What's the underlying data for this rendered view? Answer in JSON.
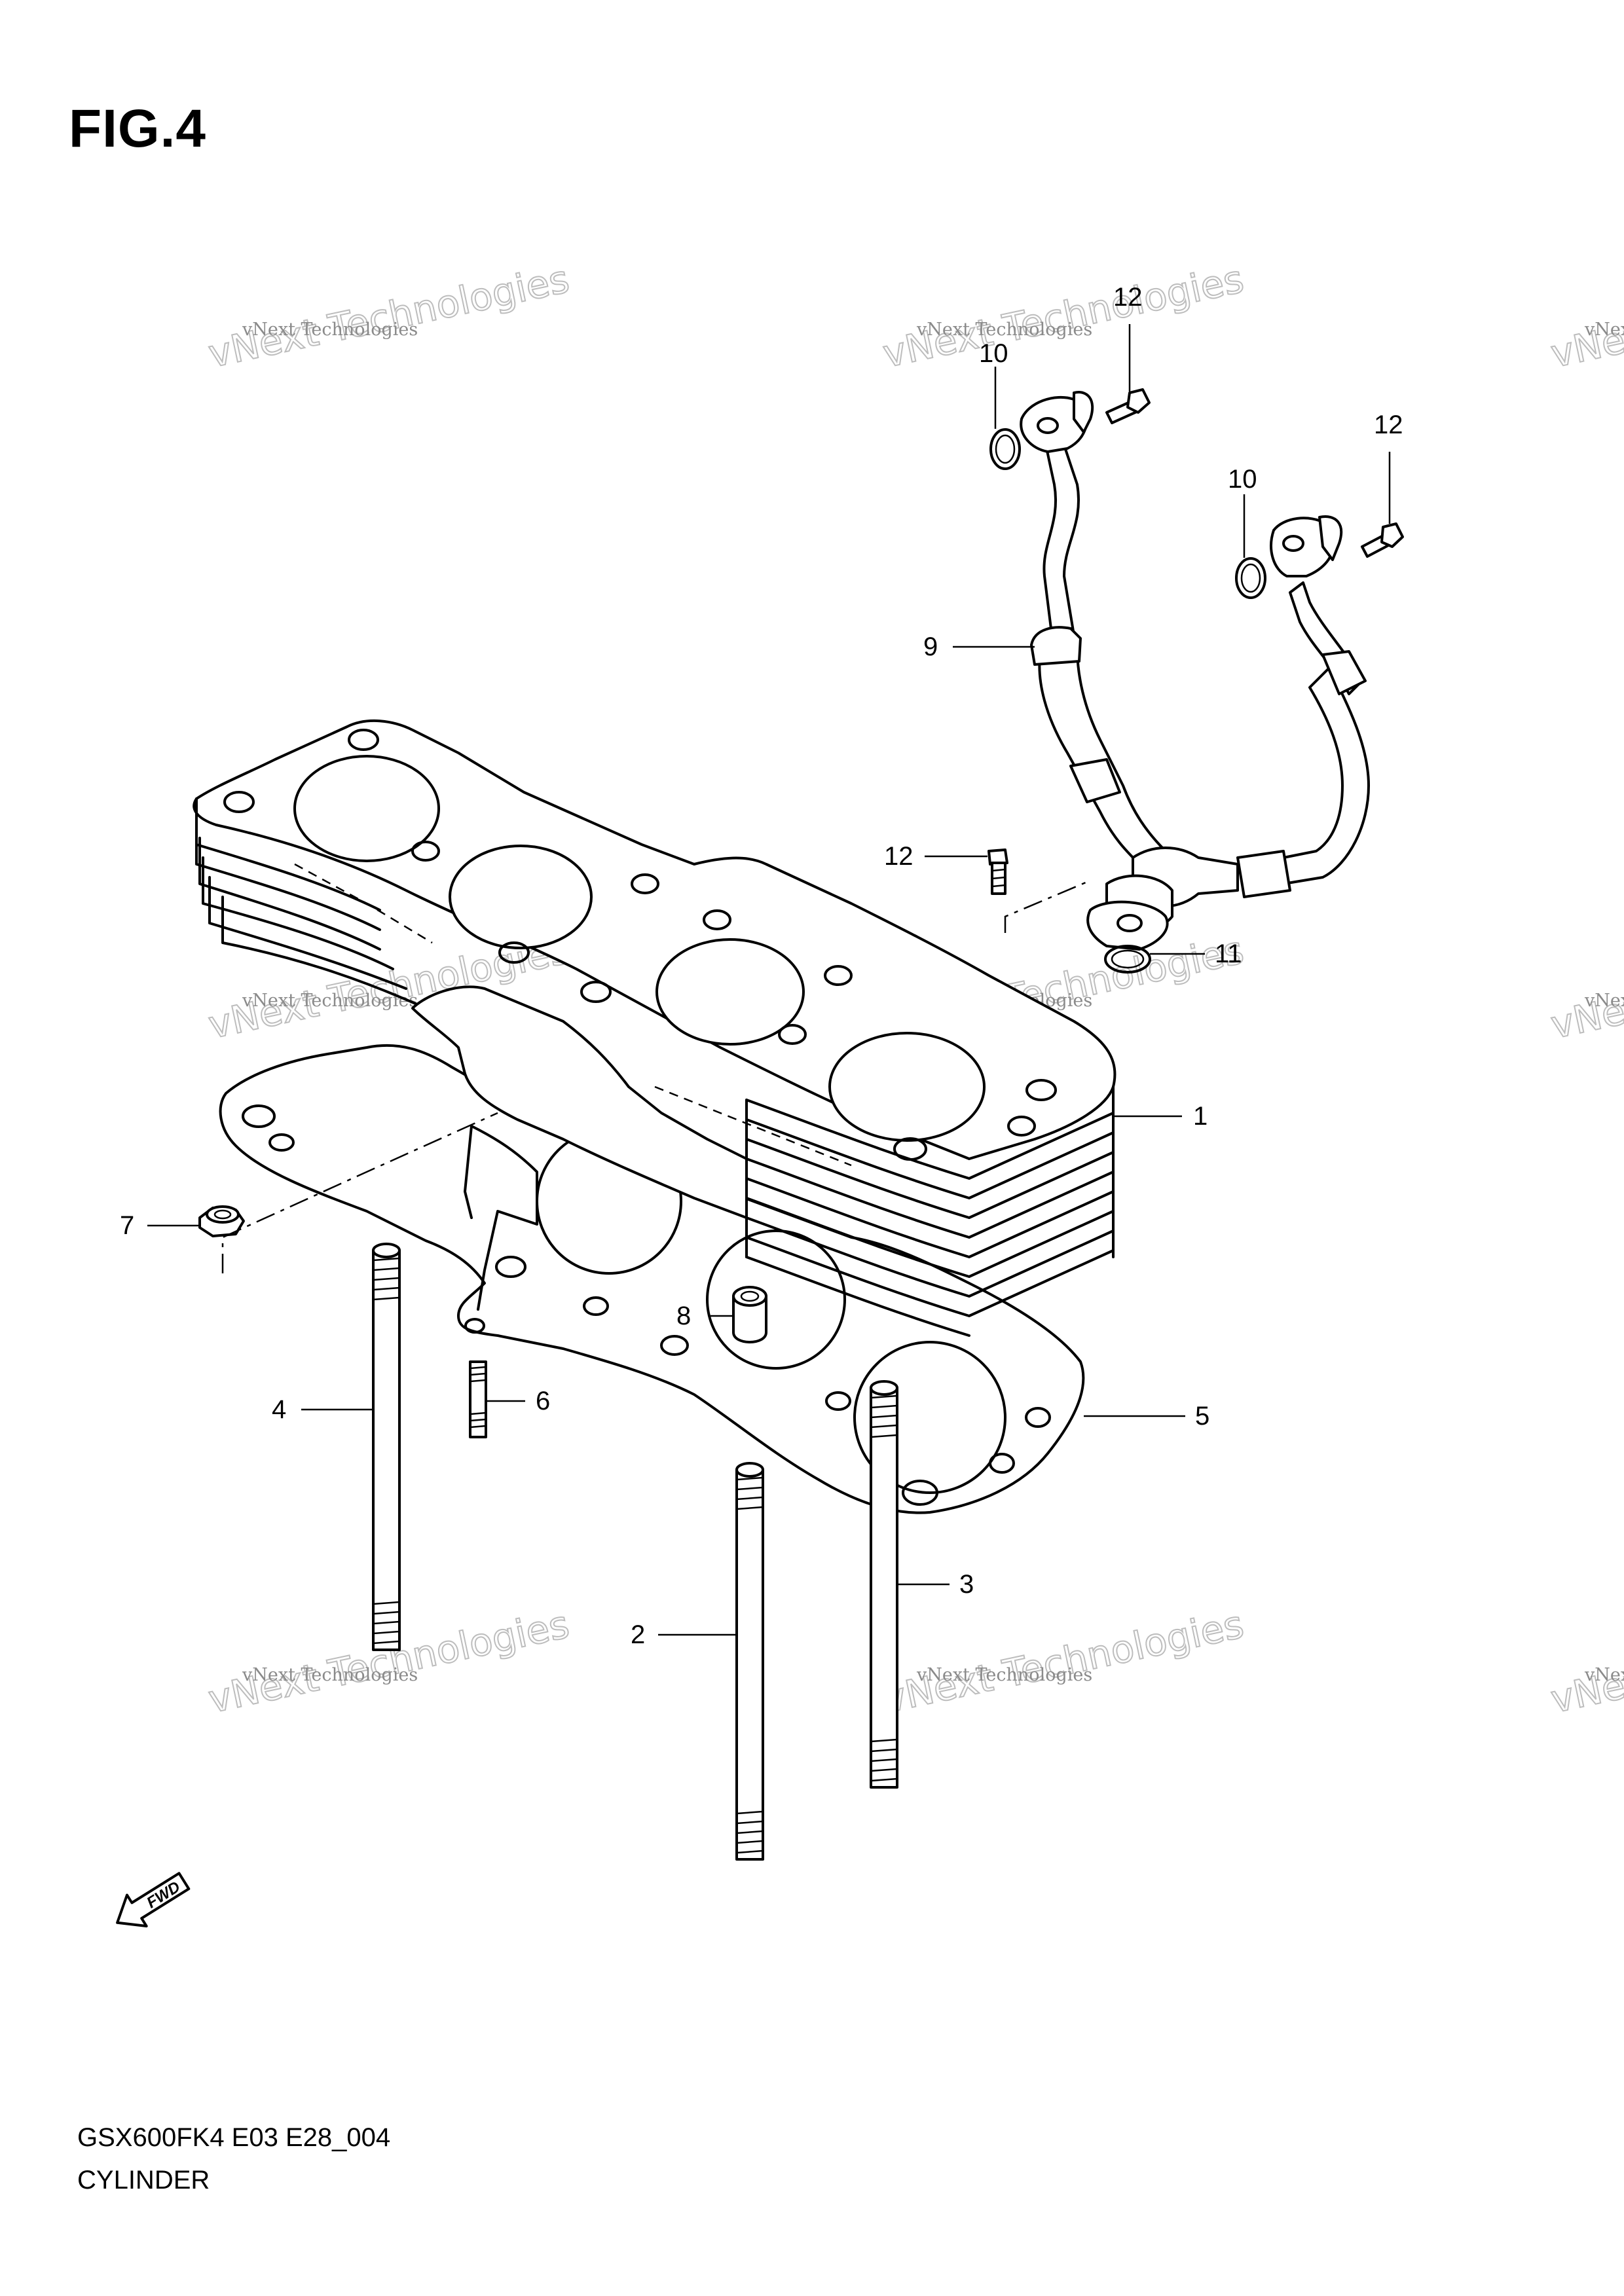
{
  "figure": {
    "title": "FIG.4"
  },
  "footer": {
    "model_code": "GSX600FK4 E03 E28_004",
    "group_name": "CYLINDER"
  },
  "watermark": {
    "small": "vNext Technologies",
    "large": "vNext Technologies"
  },
  "fwd_label": "FWD",
  "callouts": {
    "c1": "1",
    "c2": "2",
    "c3": "3",
    "c4": "4",
    "c5": "5",
    "c6": "6",
    "c7": "7",
    "c8": "8",
    "c9": "9",
    "c10a": "10",
    "c10b": "10",
    "c11": "11",
    "c12a": "12",
    "c12b": "12",
    "c12c": "12"
  }
}
